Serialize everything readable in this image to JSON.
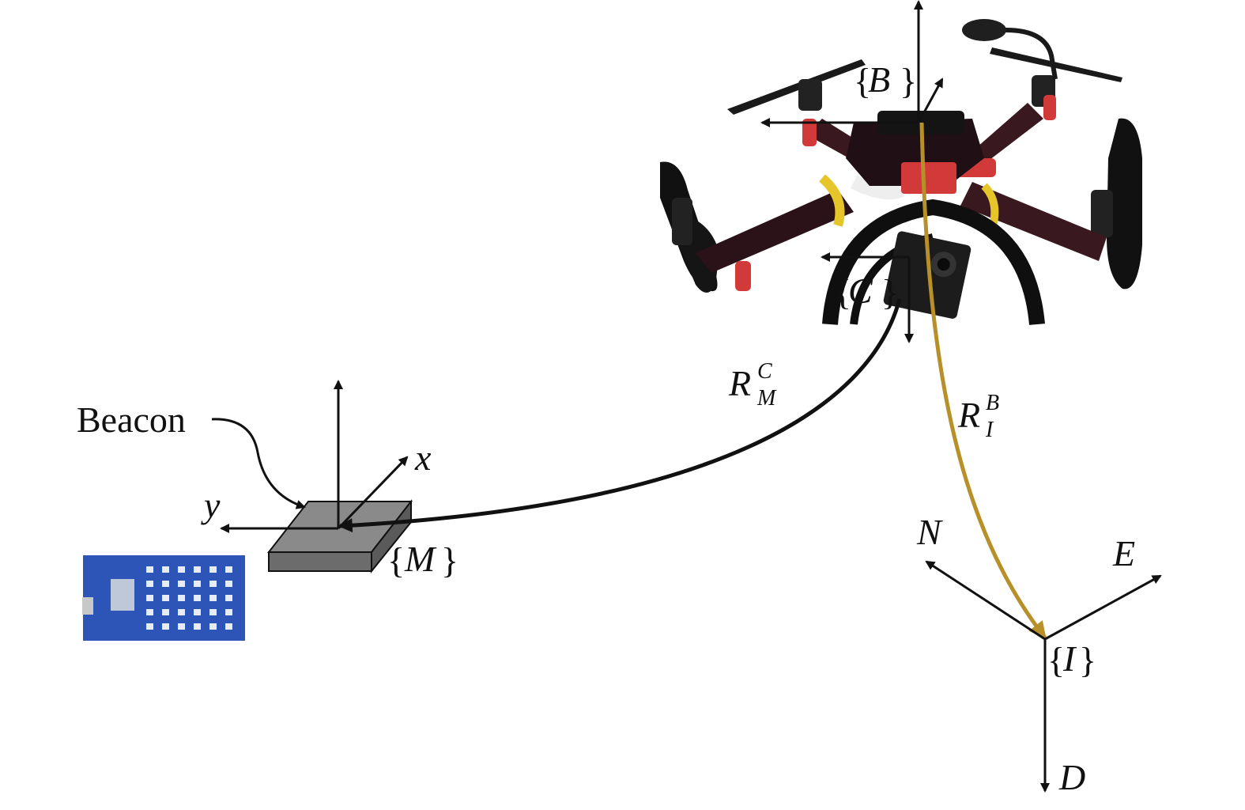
{
  "labels": {
    "beacon": "Beacon",
    "axis_x": "x",
    "axis_y": "y",
    "frame_m": "M",
    "frame_b": "B",
    "frame_c": "C",
    "frame_i": "I",
    "north": "N",
    "east": "E",
    "down": "D",
    "brace_open": "{",
    "brace_close": "}"
  },
  "rotations": {
    "r_m_c": {
      "base": "R",
      "sub": "M",
      "sup": "C"
    },
    "r_i_b": {
      "base": "R",
      "sub": "I",
      "sup": "B"
    }
  },
  "colors": {
    "ink": "#111111",
    "rotation_curve_b": "#b8902a",
    "beacon_box_top": "#8a8a8a",
    "beacon_box_side": "#6c6c6c",
    "pcb": "#2d55b8",
    "drone_frame": "#2a1218",
    "drone_accent": "#d23a3a"
  }
}
